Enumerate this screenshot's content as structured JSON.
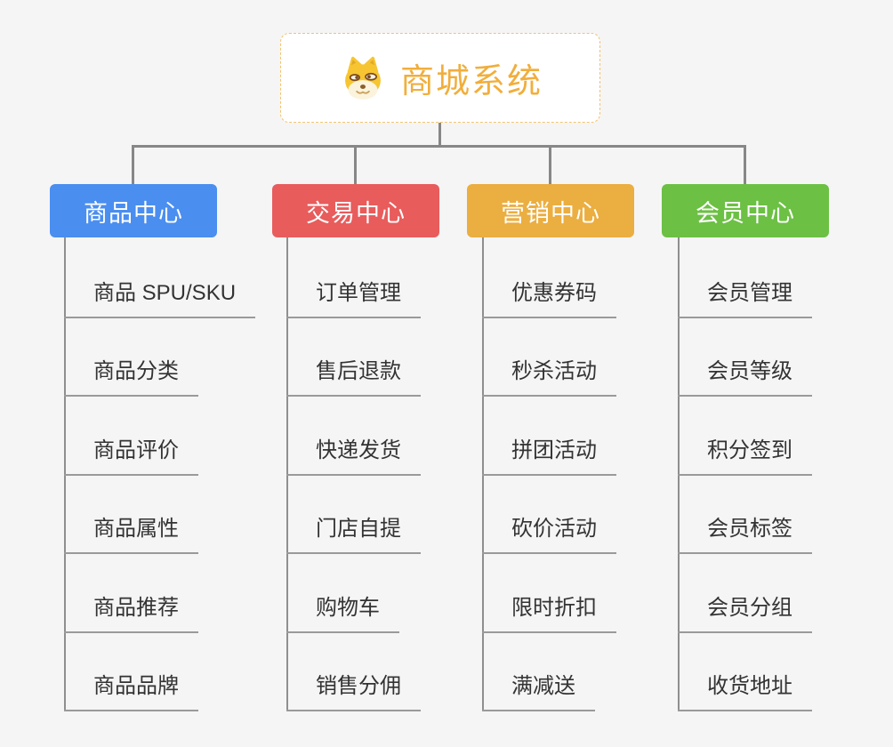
{
  "page": {
    "background": "#f5f5f5",
    "connector_color": "#878787"
  },
  "root": {
    "title": "商城系统",
    "icon": "shiba-dog-icon",
    "text_color": "#f1ae3c",
    "border_color": "#f2c36e"
  },
  "branches": [
    {
      "label": "商品中心",
      "color": "#4a8ef0",
      "children": [
        "商品 SPU/SKU",
        "商品分类",
        "商品评价",
        "商品属性",
        "商品推荐",
        "商品品牌"
      ]
    },
    {
      "label": "交易中心",
      "color": "#e85c5c",
      "children": [
        "订单管理",
        "售后退款",
        "快递发货",
        "门店自提",
        "购物车",
        "销售分佣"
      ]
    },
    {
      "label": "营销中心",
      "color": "#ebae40",
      "children": [
        "优惠券码",
        "秒杀活动",
        "拼团活动",
        "砍价活动",
        "限时折扣",
        "满减送"
      ]
    },
    {
      "label": "会员中心",
      "color": "#6cc044",
      "children": [
        "会员管理",
        "会员等级",
        "积分签到",
        "会员标签",
        "会员分组",
        "收货地址"
      ]
    }
  ]
}
